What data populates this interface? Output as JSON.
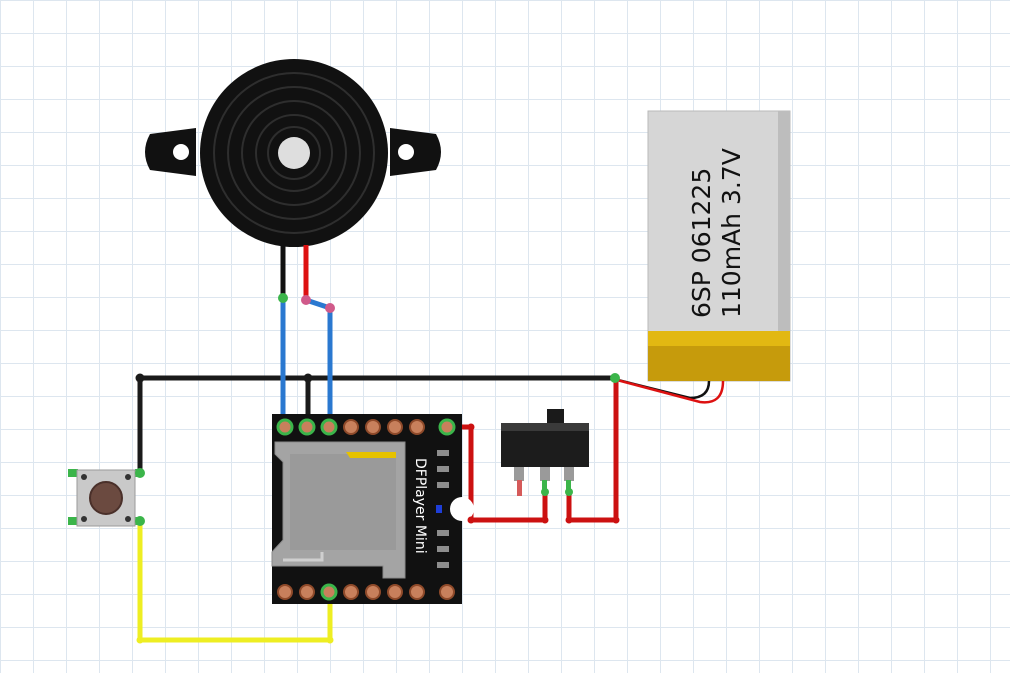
{
  "board": {
    "label": "DFPlayer Mini"
  },
  "battery": {
    "line1": "6SP 061225",
    "line2": "110mAh 3.7V"
  },
  "colors": {
    "wire_black": "#1a1a1a",
    "wire_red": "#cc1111",
    "wire_blue": "#2a78d0",
    "wire_yellow": "#eeee22",
    "board": "#111111",
    "pad_copper": "#c8805c",
    "battery_body": "#d6d6d6",
    "battery_band": "#e2b812"
  }
}
